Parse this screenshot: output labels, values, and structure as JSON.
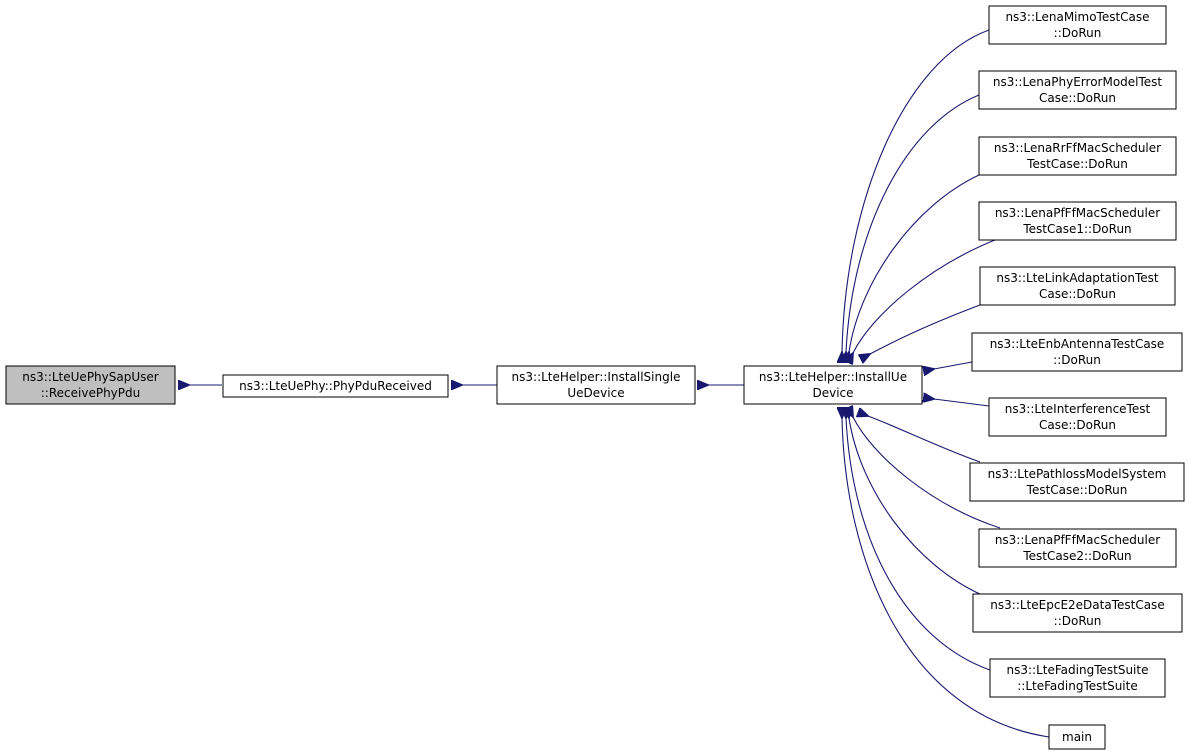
{
  "nodes": {
    "receive_phy_pdu": {
      "lines": [
        "ns3::LteUePhySapUser",
        "::ReceivePhyPdu"
      ]
    },
    "phy_pdu_received": {
      "lines": [
        "ns3::LteUePhy::PhyPduReceived"
      ]
    },
    "install_single_ue_device": {
      "lines": [
        "ns3::LteHelper::InstallSingle",
        "UeDevice"
      ]
    },
    "install_ue_device": {
      "lines": [
        "ns3::LteHelper::InstallUe",
        "Device"
      ]
    },
    "lena_mimo": {
      "lines": [
        "ns3::LenaMimoTestCase",
        "::DoRun"
      ]
    },
    "lena_phy_error": {
      "lines": [
        "ns3::LenaPhyErrorModelTest",
        "Case::DoRun"
      ]
    },
    "lena_rr_ff": {
      "lines": [
        "ns3::LenaRrFfMacScheduler",
        "TestCase::DoRun"
      ]
    },
    "lena_pf_ff_1": {
      "lines": [
        "ns3::LenaPfFfMacScheduler",
        "TestCase1::DoRun"
      ]
    },
    "lte_link_adaptation": {
      "lines": [
        "ns3::LteLinkAdaptationTest",
        "Case::DoRun"
      ]
    },
    "lte_enb_antenna": {
      "lines": [
        "ns3::LteEnbAntennaTestCase",
        "::DoRun"
      ]
    },
    "lte_interference": {
      "lines": [
        "ns3::LteInterferenceTest",
        "Case::DoRun"
      ]
    },
    "lte_pathloss": {
      "lines": [
        "ns3::LtePathlossModelSystem",
        "TestCase::DoRun"
      ]
    },
    "lena_pf_ff_2": {
      "lines": [
        "ns3::LenaPfFfMacScheduler",
        "TestCase2::DoRun"
      ]
    },
    "lte_epc_e2e": {
      "lines": [
        "ns3::LteEpcE2eDataTestCase",
        "::DoRun"
      ]
    },
    "lte_fading": {
      "lines": [
        "ns3::LteFadingTestSuite",
        "::LteFadingTestSuite"
      ]
    },
    "main": {
      "lines": [
        "main"
      ]
    }
  },
  "colors": {
    "edge": "#191970",
    "root_fill": "#bfbfbf",
    "node_fill": "#ffffff",
    "border": "#000000"
  }
}
